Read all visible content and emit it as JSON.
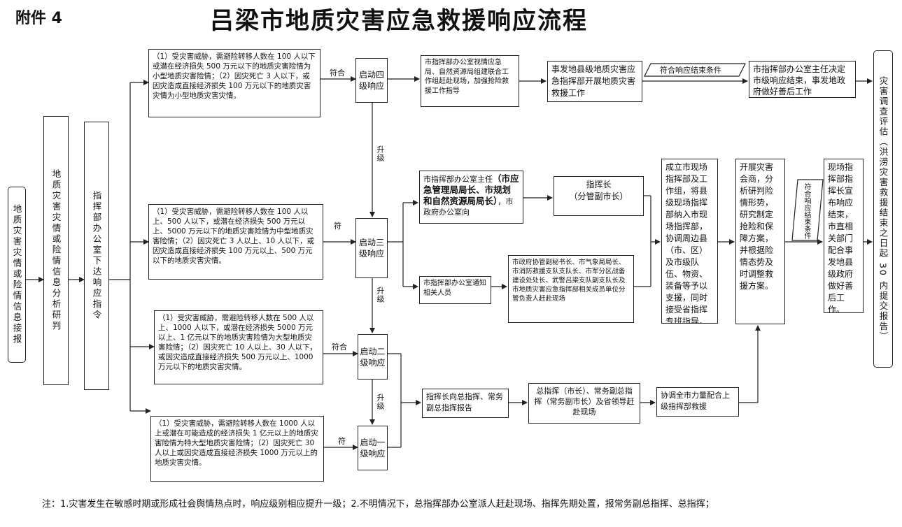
{
  "header": {
    "attachment": "附件 4",
    "title": "吕梁市地质灾害应急救援响应流程"
  },
  "left_column": {
    "report": "地质灾害灾情或险情信息接报",
    "analysis": "地质灾害灾情或险情信息分析研判",
    "command": "指挥部办公室下达响应指令"
  },
  "conditions": {
    "small": "（1）受灾害威胁，需避险转移人数在 100 人以下或潜在经济损失 500 万元以下的地质灾害险情为小型地质灾害险情；（2）因灾死亡 3 人以下，或因灾造成直接经济损失 100 万元以下的地质灾害灾情为小型地质灾害灾情。",
    "medium": "（1）受灾害威胁，需避险转移人数在 100 人以上、500 人以下，或潜在经济损失 500 万元以上、5000 万元以下的地质灾害险情为中型地质灾害险情；（2）因灾死亡 3 人以上、10 人以下，或因灾造成直接经济损失 100 万元以上、500 万元以下的地质灾害灾情。",
    "large": "（1）受灾害威胁，需避险转移人数在 500 人以上、1000 人以下，或潜在经济损失 5000 万元以上、1 亿元以下的地质灾害险情为大型地质灾害险情；（2）因灾死亡 10 人以上、30 人以下，或因灾造成直接经济损失 500 万元以上、1000 万元以下的地质灾害灾情。",
    "xlarge": "（1）受灾害威胁，需避险转移人数在 1000 人以上或潜在可能造成的经济损失 1 亿元以上的地质灾害险情为特大型地质灾害险情；（2）因灾死亡 30 人以上或因灾造成直接经济损失 1000 万元以上的地质灾害灾情。"
  },
  "labels": {
    "match1": "符合",
    "match2": "符",
    "match3": "符合",
    "match4": "符",
    "upgrade1": "升级",
    "upgrade2": "升级",
    "upgrade3": "升级",
    "end_condition": "符合响应结束条件",
    "end_condition_v": "符合响应结束条件"
  },
  "levels": {
    "l4": "启动四级响应",
    "l3": "启动三级响应",
    "l2": "启动二级响应",
    "l1": "启动一级响应"
  },
  "level4_flow": {
    "guide": "市指挥部办公室视情应急局、自然资源局组建联合工作组赶赴现场，加强抢险救援工作指导",
    "county": "事发地县级地质灾害应急指挥部开展地质灾害救援工作",
    "end": "市指挥部办公室主任决定市级响应结束，事发地政府做好善后工作"
  },
  "level3_flow": {
    "director_pre": "市指挥部办公室主任",
    "director_bold": "（市应急管理局局长、市规划和自然资源局局长）",
    "director_post": "，市政府办公室向",
    "commander": "指挥长",
    "commander_sub": "（分管副市长）",
    "notify": "市指挥部办公室通知相关人员",
    "members": "市政府协管副秘书长、市气象局局长、市消防救援支队支队长、市军分区战备建设处处长、武警吕梁支队副支队长及市地质灾害应急指挥部相关成员单位分管负责人赶赴现场",
    "onsite": "成立市现场指挥部及工作组，将县级现场指挥部纳入市现场指挥部，协调周边县（市、区）及市级队伍、物资、装备等予以支援，同时接受省指挥专班指导。",
    "consult": "开展灾害会商，分析研判险情形势，研究制定抢险和保障方案，并根据险情态势及时调整救援方案。",
    "finish": "现场指挥部指挥长宣布响应结束，市直相关部门配合事发地县级政府做好善后工作。"
  },
  "level12_flow": {
    "report": "指挥长向总指挥、常务副总指挥报告",
    "chief": "总指挥（市长）、常务副总指挥（常务副市长）及省领导赶赴现场",
    "coordinate": "协调全市力量配合上级指挥部救援"
  },
  "right_column": {
    "investigation": "灾害调查评估（洪涝灾害救援结束之日起 30 内提交报告）"
  },
  "note": "注：1.灾害发生在敏感时期或形成社会舆情热点时，响应级别相应提升一级；2.不明情况下，总指挥部办公室派人赶赴现场、指挥先期处置，报常务副总指挥、总指挥；"
}
